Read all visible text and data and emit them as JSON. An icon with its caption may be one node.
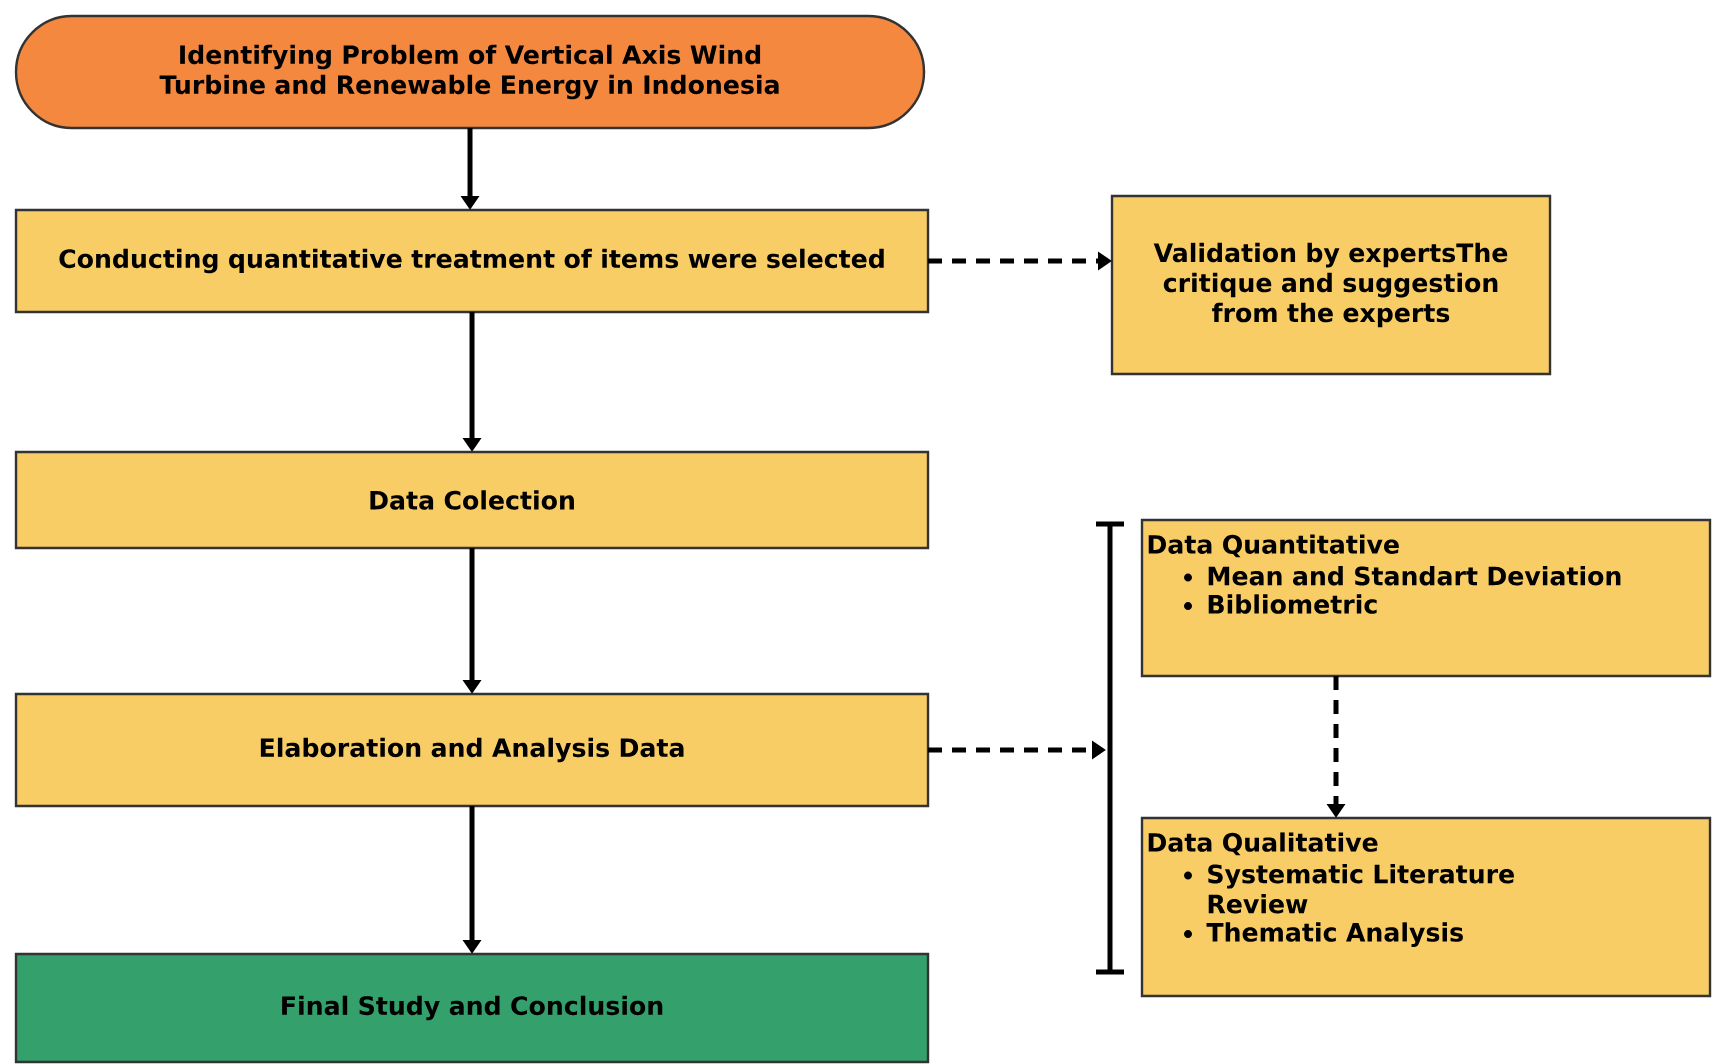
{
  "diagram": {
    "nodes": [
      {
        "text": [
          "Identifying Problem of Vertical Axis Wind Turbine and Renewable Energy in Indonesia"
        ]
      },
      {
        "text": [
          "Conducting quantitative treatment of items were selected"
        ]
      },
      {
        "text": [
          "Validation by expertsThe critique and suggestion from the experts"
        ]
      },
      {
        "text": [
          "Data Colection"
        ]
      },
      {
        "text": [
          "Elaboration and Analysis Data"
        ]
      },
      {
        "text": [],
        "shape": "bar"
      },
      {
        "text": [
          "Data Quantitative",
          "Mean and Standart Deviation",
          "Bibliometric"
        ]
      },
      {
        "text": [
          "Data Qualitative",
          "Systematic Literature Review",
          "Thematic Analysis"
        ]
      },
      {
        "text": [
          "Final Study and Conclusion"
        ]
      }
    ],
    "edges": [
      {
        "from": 0,
        "to": 1,
        "arrow": "to"
      },
      {
        "from": 1,
        "to": 2,
        "arrow": "to",
        "style": "dashed"
      },
      {
        "from": 1,
        "to": 3,
        "arrow": "to"
      },
      {
        "from": 3,
        "to": 4,
        "arrow": "to"
      },
      {
        "from": 4,
        "to": 5,
        "arrow": "to",
        "style": "dashed"
      },
      {
        "from": 6,
        "to": 7,
        "arrow": "to",
        "style": "dashed"
      },
      {
        "from": 4,
        "to": 8,
        "arrow": "to"
      }
    ]
  }
}
